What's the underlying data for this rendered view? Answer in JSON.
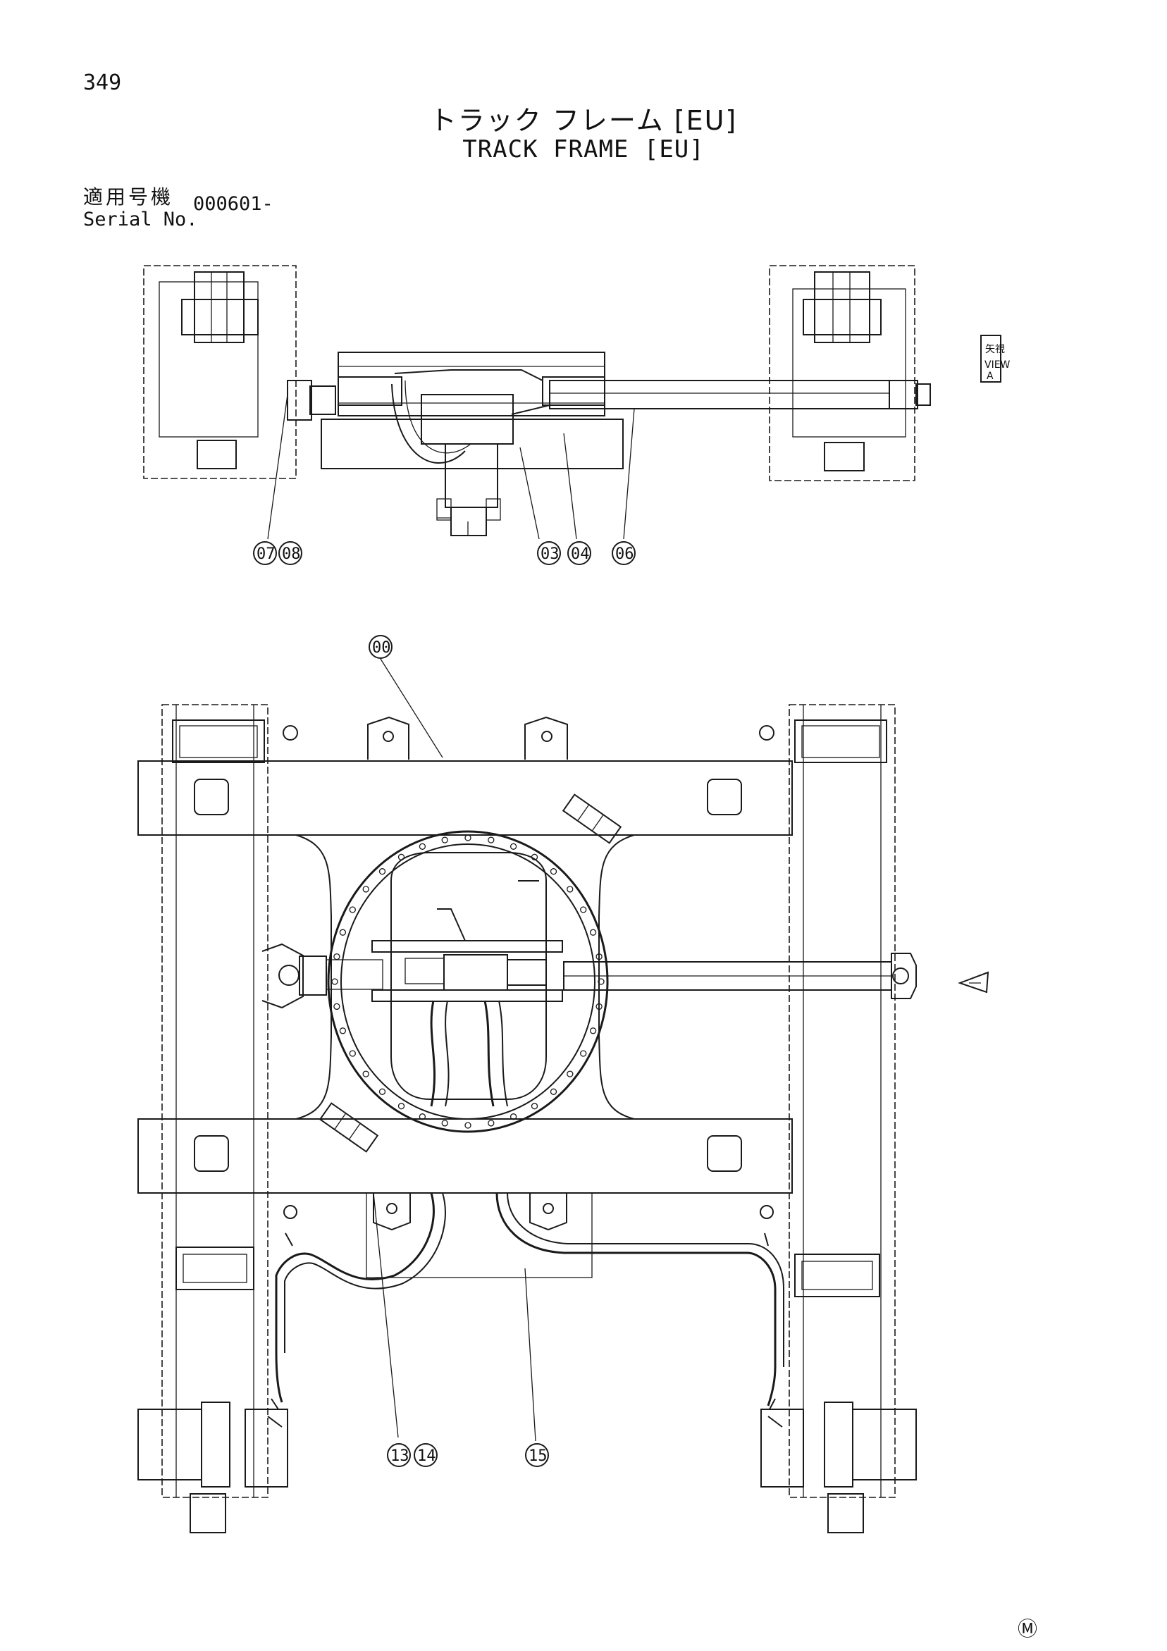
{
  "page": {
    "number": "349",
    "title_jp": "トラック フレーム [EU]",
    "title_en": "TRACK FRAME [EU]",
    "serial_label_jp": "適用号機",
    "serial_label_en": "Serial No.",
    "serial_value": "000601-",
    "maker_mark": "Ⓜ"
  },
  "view_label": {
    "text_jp": "矢視",
    "text_en": "VIEW",
    "letter": "A"
  },
  "callouts": {
    "top_view": [
      "07",
      "08",
      "03",
      "04",
      "06"
    ],
    "main_view": [
      "00",
      "13",
      "14",
      "15"
    ]
  }
}
